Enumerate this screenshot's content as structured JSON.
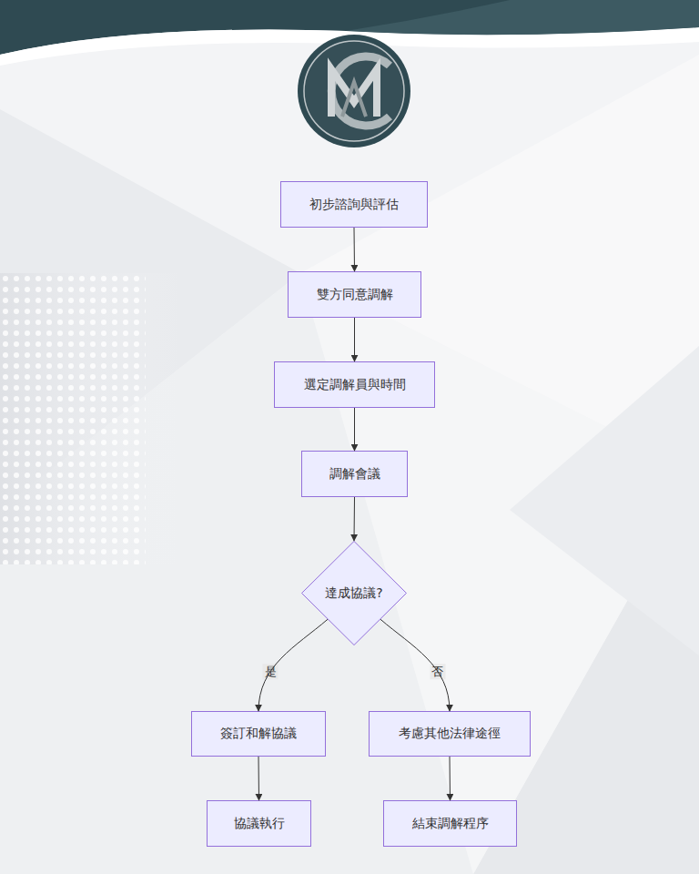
{
  "diagram": {
    "nodes": [
      {
        "text": [
          "初步諮詢與評估"
        ]
      },
      {
        "text": [
          "雙方同意調解"
        ]
      },
      {
        "text": [
          "選定調解員與時間"
        ]
      },
      {
        "text": [
          "調解會議"
        ]
      },
      {
        "text": [
          "達成協議?"
        ]
      },
      {
        "text": [
          "簽訂和解協議"
        ]
      },
      {
        "text": [
          "考慮其他法律途徑"
        ]
      },
      {
        "text": [
          "協議執行"
        ]
      },
      {
        "text": [
          "結束調解程序"
        ]
      }
    ],
    "edges": [
      {
        "from": 0,
        "to": 1,
        "arrow": "to"
      },
      {
        "from": 1,
        "to": 2,
        "arrow": "to"
      },
      {
        "from": 2,
        "to": 3,
        "arrow": "to"
      },
      {
        "from": 3,
        "to": 4,
        "arrow": "to"
      },
      {
        "from": 4,
        "to": 5,
        "label": "是",
        "arrow": "to"
      },
      {
        "from": 4,
        "to": 6,
        "label": "否",
        "arrow": "to"
      },
      {
        "from": 5,
        "to": 7,
        "arrow": "to"
      },
      {
        "from": 6,
        "to": 8,
        "arrow": "to"
      }
    ]
  }
}
